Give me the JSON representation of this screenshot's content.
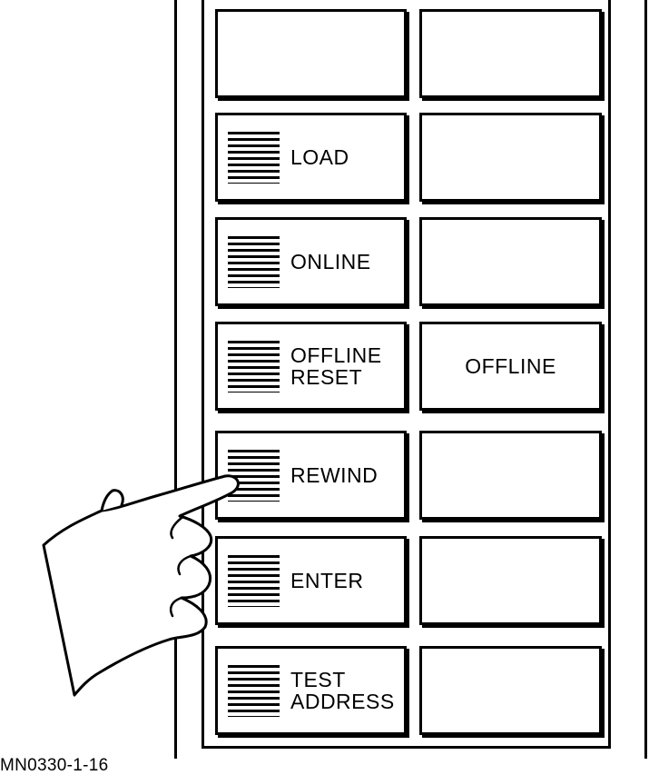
{
  "panel": {
    "rows": [
      {
        "left": {
          "label": "",
          "lamp": false
        },
        "right": {
          "label": ""
        }
      },
      {
        "left": {
          "label": "LOAD",
          "lamp": true
        },
        "right": {
          "label": ""
        }
      },
      {
        "left": {
          "label": "ONLINE",
          "lamp": true
        },
        "right": {
          "label": ""
        }
      },
      {
        "left": {
          "label": "OFFLINE\nRESET",
          "lamp": true
        },
        "right": {
          "label": "OFFLINE"
        }
      },
      {
        "left": {
          "label": "REWIND",
          "lamp": true
        },
        "right": {
          "label": ""
        }
      },
      {
        "left": {
          "label": "ENTER",
          "lamp": true
        },
        "right": {
          "label": ""
        }
      },
      {
        "left": {
          "label": "TEST\nADDRESS",
          "lamp": true
        },
        "right": {
          "label": ""
        }
      }
    ]
  },
  "figure_id": "MN0330-1-16"
}
